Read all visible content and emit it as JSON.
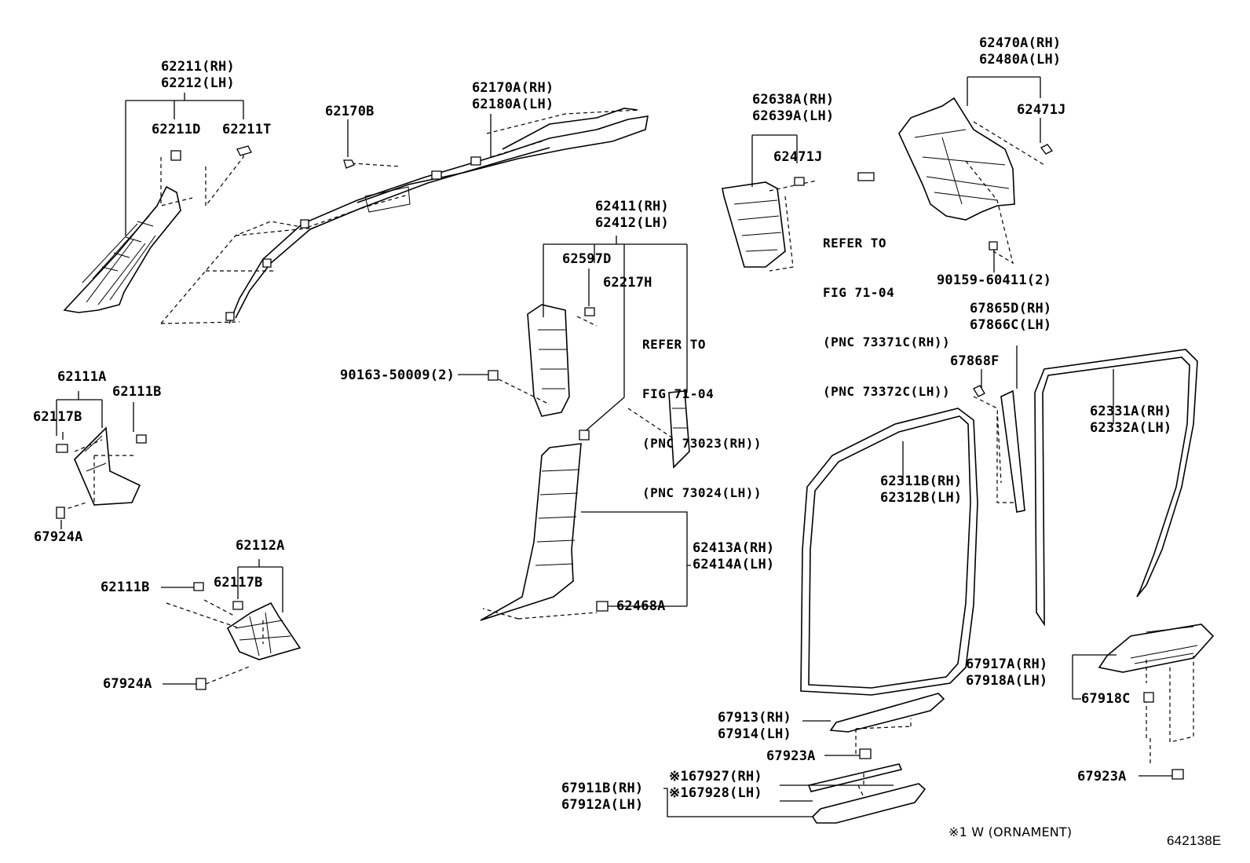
{
  "labels": {
    "p62211": "62211(RH)",
    "p62212": "62212(LH)",
    "p62211D": "62211D",
    "p62211T": "62211T",
    "p62170B": "62170B",
    "p62170A": "62170A(RH)",
    "p62180A": "62180A(LH)",
    "p62638A": "62638A(RH)",
    "p62639A": "62639A(LH)",
    "p62471J_a": "62471J",
    "p62470A": "62470A(RH)",
    "p62480A": "62480A(LH)",
    "p62471J_b": "62471J",
    "p90159": "90159-60411(2)",
    "p62411": "62411(RH)",
    "p62412": "62412(LH)",
    "p62597D": "62597D",
    "p62217H": "62217H",
    "p90163": "90163-50009(2)",
    "p62111A": "62111A",
    "p62111B_a": "62111B",
    "p62117B_a": "62117B",
    "p67924A_a": "67924A",
    "p62112A": "62112A",
    "p62111B_b": "62111B",
    "p62117B_b": "62117B",
    "p67924A_b": "67924A",
    "p62413A": "62413A(RH)",
    "p62414A": "62414A(LH)",
    "p62468A": "62468A",
    "p67865D": "67865D(RH)",
    "p67866C": "67866C(LH)",
    "p67868F": "67868F",
    "p62331A": "62331A(RH)",
    "p62332A": "62332A(LH)",
    "p62311B": "62311B(RH)",
    "p62312B": "62312B(LH)",
    "p67917A": "67917A(RH)",
    "p67918A": "67918A(LH)",
    "p67918C": "67918C",
    "p67913": "67913(RH)",
    "p67914": "67914(LH)",
    "p67923A_a": "67923A",
    "p67923A_b": "67923A",
    "p67927": "※167927(RH)",
    "p67928": "※167928(LH)",
    "p67911B": "67911B(RH)",
    "p67912A": "67912A(LH)"
  },
  "references": {
    "ref1": [
      "REFER TO",
      "FIG 71-04",
      "(PNC 73371C(RH))",
      "(PNC 73372C(LH))"
    ],
    "ref2": [
      "REFER TO",
      "FIG 71-04",
      "(PNC 73023(RH))",
      "(PNC 73024(LH))"
    ]
  },
  "footnote": "※1 W (ORNAMENT)",
  "figure_code": "642138E"
}
